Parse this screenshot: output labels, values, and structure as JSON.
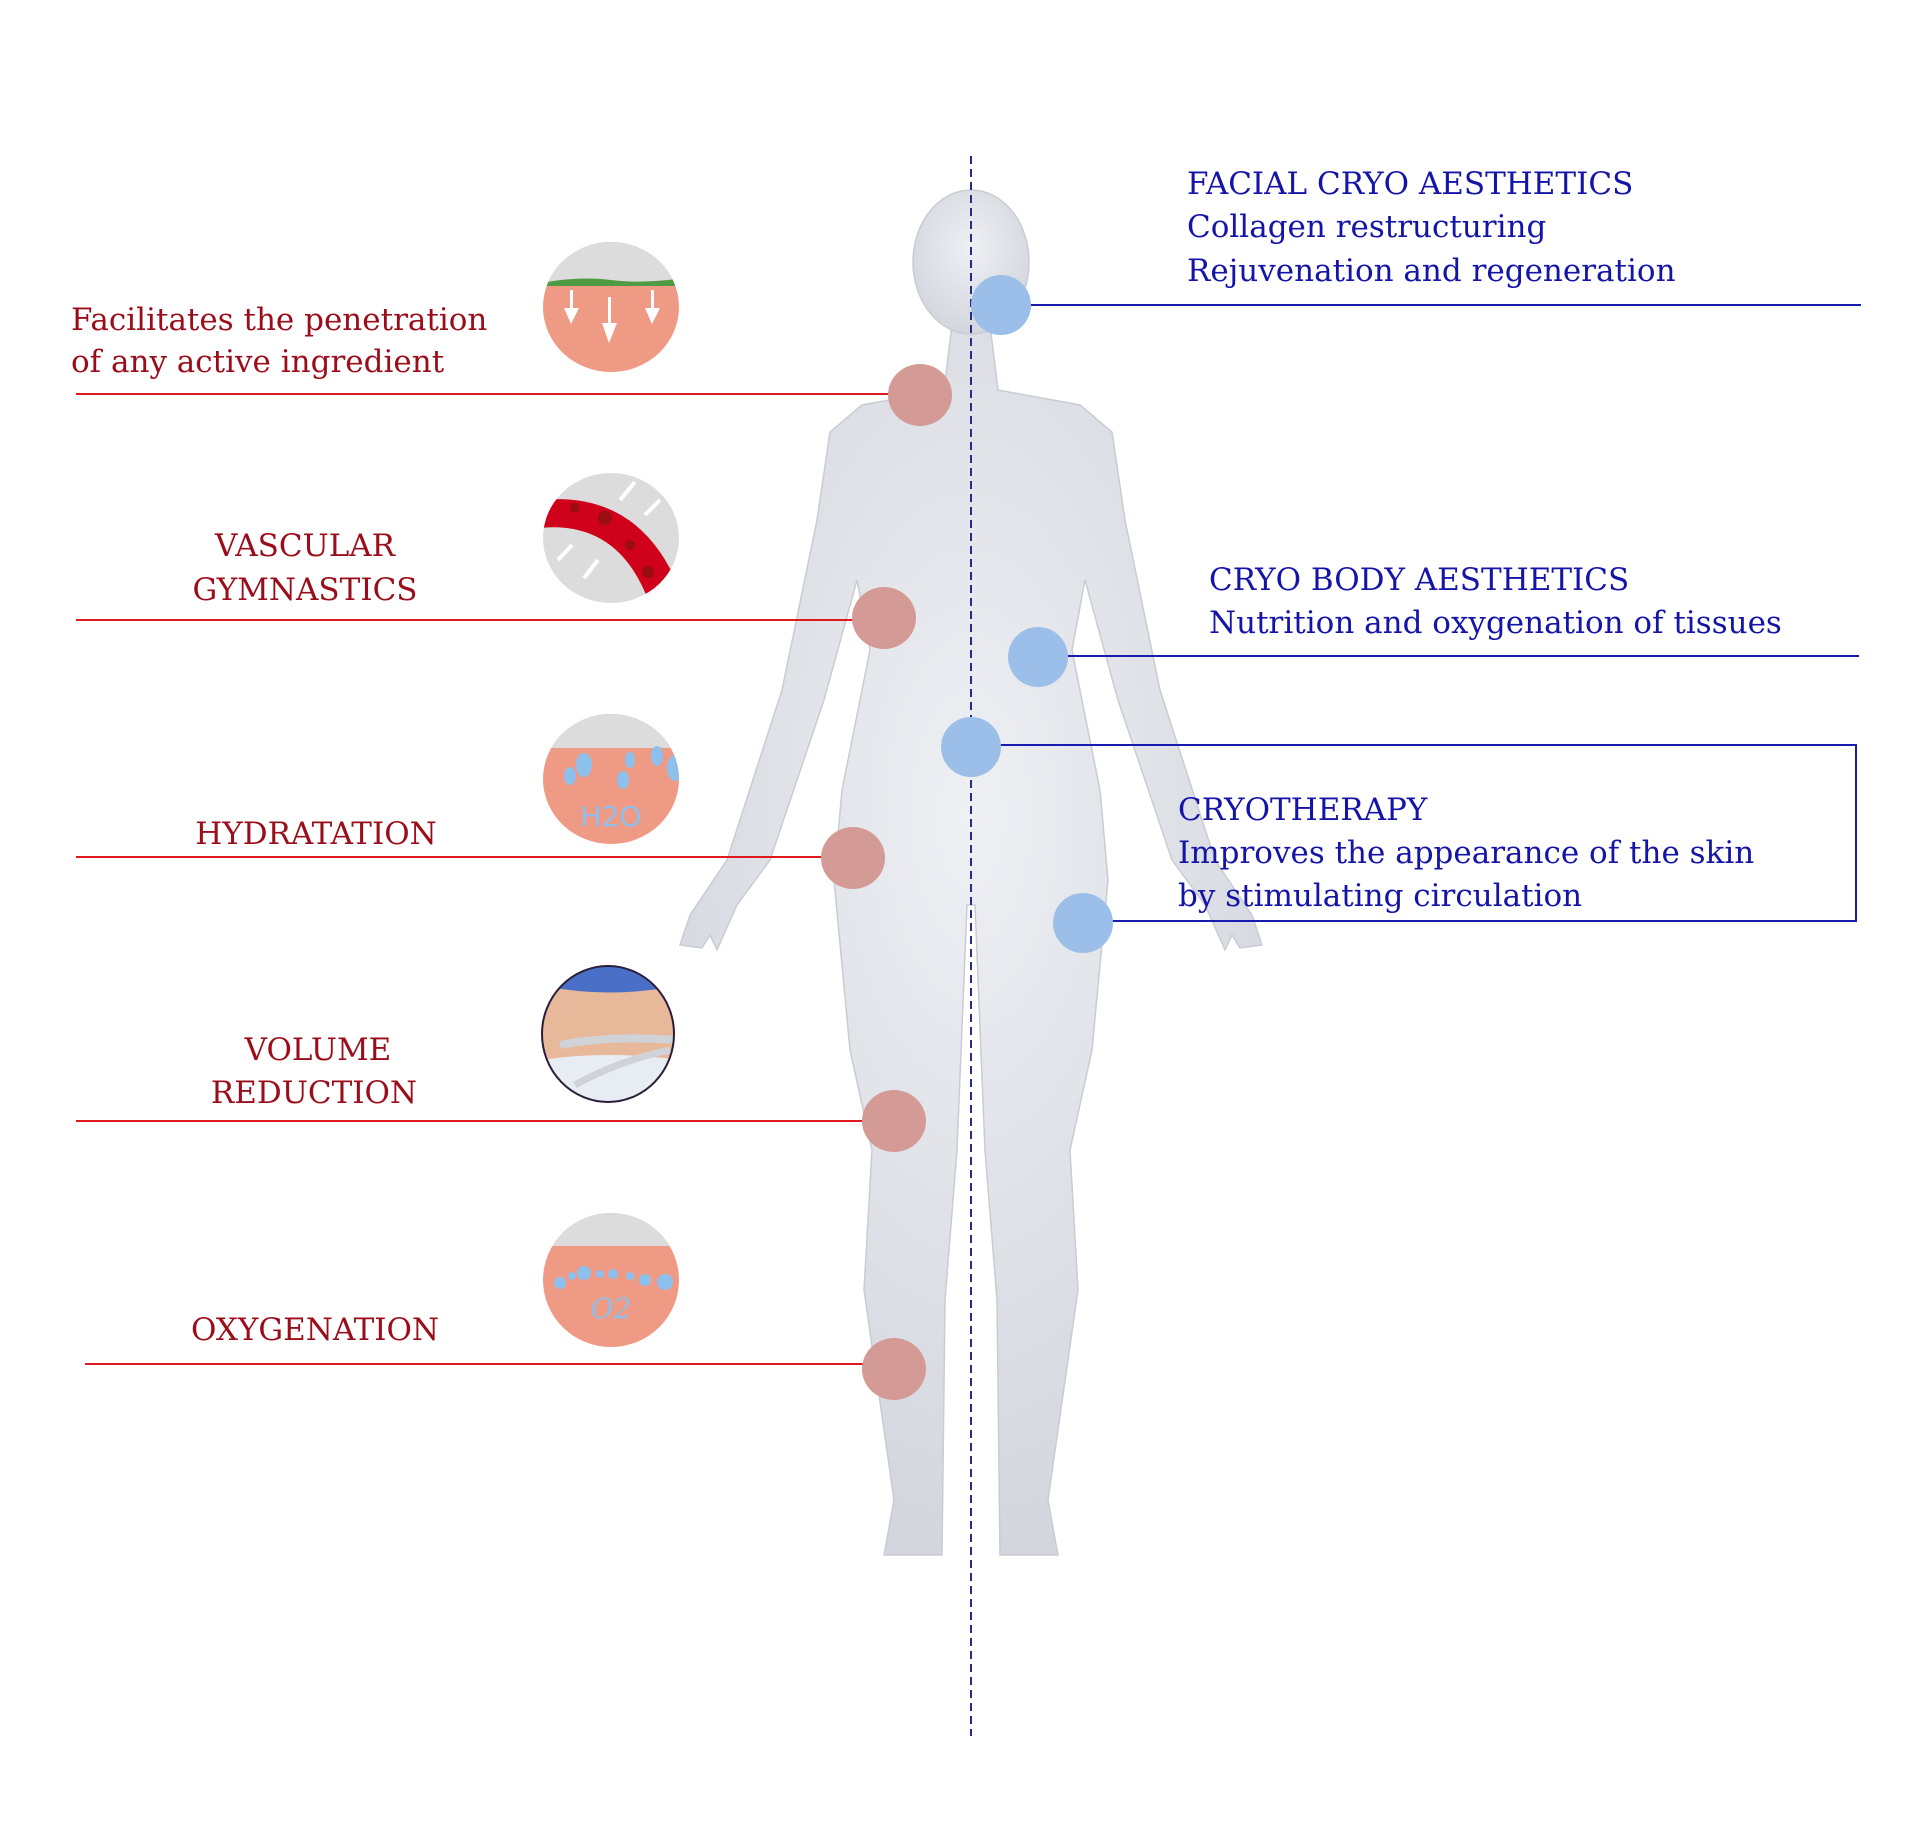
{
  "colors": {
    "left_text": "#9b0d1a",
    "left_line": "#e0191f",
    "left_dot": "#d49a96",
    "right_text": "#1414a8",
    "right_line": "#1a1ab0",
    "right_dot": "#9bbfe8",
    "body": "#dfe1e6",
    "icon_skin": "#ef9a84",
    "icon_top": "#dcdcdc"
  },
  "left": {
    "penetration": {
      "line1": "Facilitates the penetration",
      "line2": "of any active ingredient",
      "icon": "skin-penetration-arrows-icon"
    },
    "vascular": {
      "line1": "VASCULAR",
      "line2": "GYMNASTICS",
      "icon": "blood-vessel-icon"
    },
    "hydration": {
      "line1": "HYDRATATION",
      "icon": "water-drops-h2o-icon",
      "icon_text": "H2O"
    },
    "volume": {
      "line1": "VOLUME",
      "line2": "REDUCTION",
      "icon": "waist-measuring-tape-icon"
    },
    "oxygenation": {
      "line1": "OXYGENATION",
      "icon": "oxygen-bubbles-icon",
      "icon_text": "O2"
    }
  },
  "right": {
    "facial": {
      "title": "FACIAL CRYO AESTHETICS",
      "line1": "Collagen restructuring",
      "line2": "Rejuvenation and regeneration"
    },
    "body": {
      "title": "CRYO BODY AESTHETICS",
      "line1": "Nutrition and oxygenation of tissues"
    },
    "cryotherapy": {
      "title": "CRYOTHERAPY",
      "line1": "Improves the appearance of the skin",
      "line2": "by stimulating circulation"
    }
  }
}
